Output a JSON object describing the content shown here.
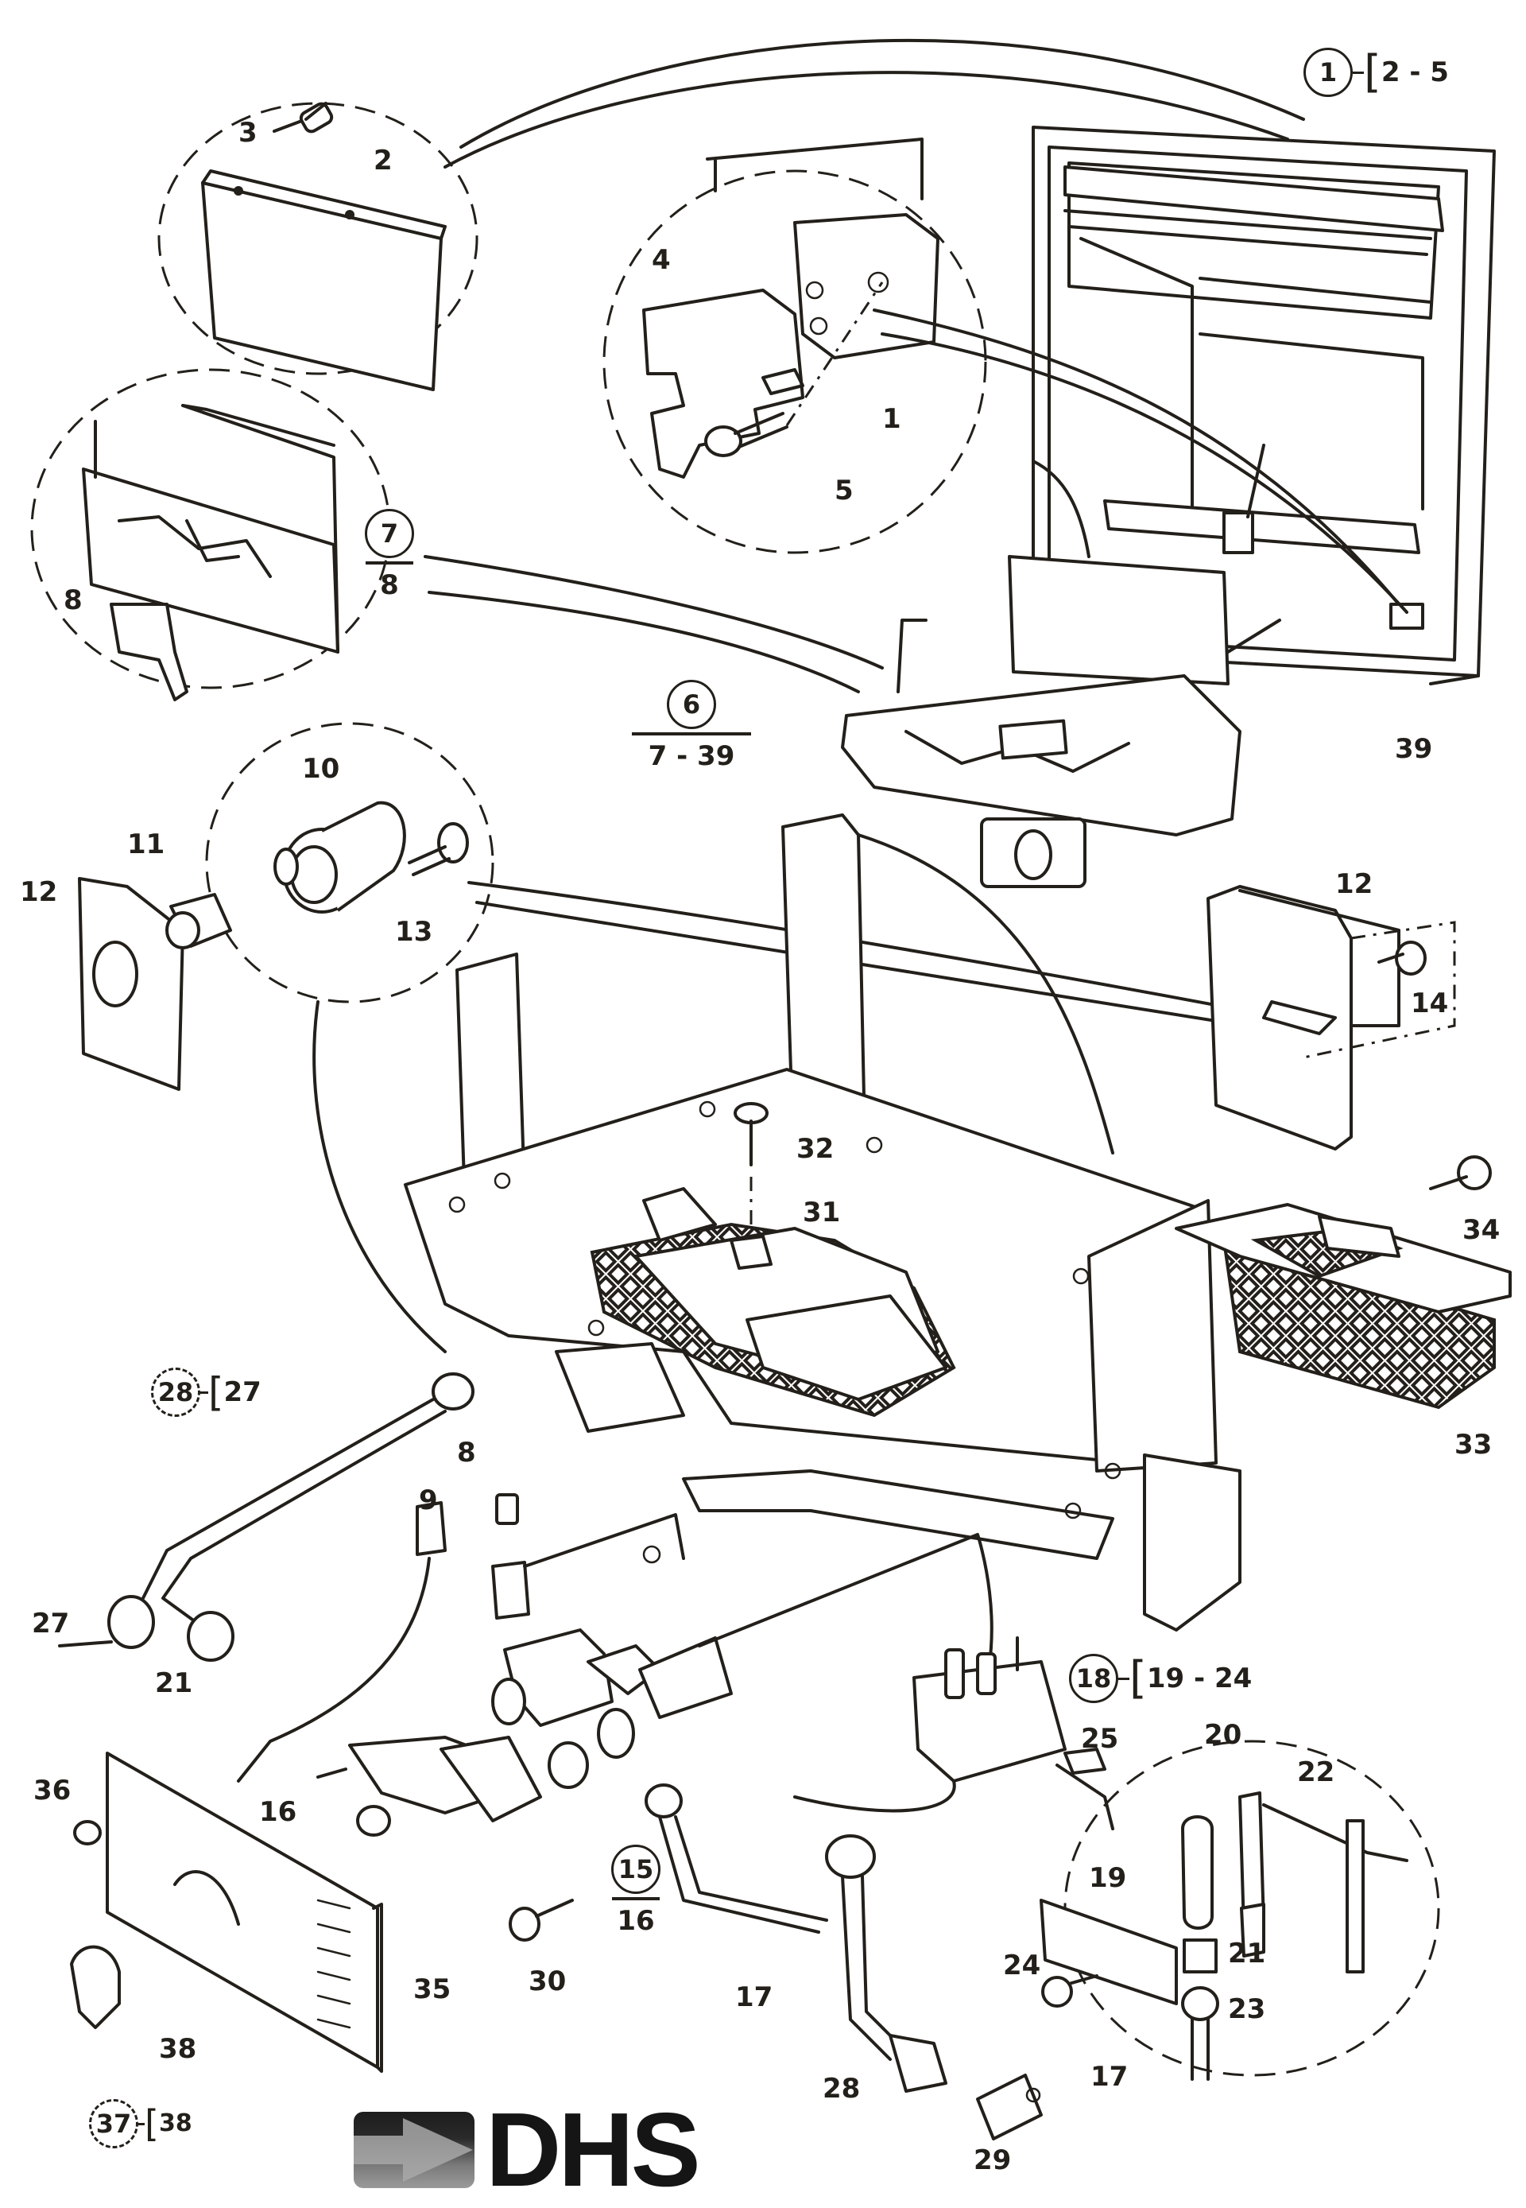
{
  "diagram": {
    "title": "Gas fire exploded parts diagram",
    "brand": {
      "name": "DHS",
      "logo_icon": "right-arrow-icon"
    },
    "callouts": [
      {
        "id": "3",
        "text": "3"
      },
      {
        "id": "2",
        "text": "2"
      },
      {
        "id": "4",
        "text": "4"
      },
      {
        "id": "1",
        "text": "1"
      },
      {
        "id": "5",
        "text": "5"
      },
      {
        "id": "8a",
        "text": "8"
      },
      {
        "id": "10",
        "text": "10"
      },
      {
        "id": "11",
        "text": "11"
      },
      {
        "id": "12a",
        "text": "12"
      },
      {
        "id": "13",
        "text": "13"
      },
      {
        "id": "12b",
        "text": "12"
      },
      {
        "id": "14",
        "text": "14"
      },
      {
        "id": "39",
        "text": "39"
      },
      {
        "id": "32",
        "text": "32"
      },
      {
        "id": "31",
        "text": "31"
      },
      {
        "id": "34",
        "text": "34"
      },
      {
        "id": "33",
        "text": "33"
      },
      {
        "id": "8b",
        "text": "8"
      },
      {
        "id": "9",
        "text": "9"
      },
      {
        "id": "27",
        "text": "27"
      },
      {
        "id": "21a",
        "text": "21"
      },
      {
        "id": "36",
        "text": "36"
      },
      {
        "id": "16",
        "text": "16"
      },
      {
        "id": "35",
        "text": "35"
      },
      {
        "id": "38",
        "text": "38"
      },
      {
        "id": "30",
        "text": "30"
      },
      {
        "id": "17a",
        "text": "17"
      },
      {
        "id": "28",
        "text": "28"
      },
      {
        "id": "29",
        "text": "29"
      },
      {
        "id": "25",
        "text": "25"
      },
      {
        "id": "20",
        "text": "20"
      },
      {
        "id": "22",
        "text": "22"
      },
      {
        "id": "19",
        "text": "19"
      },
      {
        "id": "21b",
        "text": "21"
      },
      {
        "id": "24",
        "text": "24"
      },
      {
        "id": "23",
        "text": "23"
      },
      {
        "id": "17b",
        "text": "17"
      }
    ],
    "assemblies": {
      "top_right": {
        "parent": "1",
        "range": "2 - 5"
      },
      "fret": {
        "parent": "7",
        "children": "8"
      },
      "burner": {
        "parent": "6",
        "children": "7 - 39"
      },
      "pipe": {
        "parent": "28",
        "range": "27"
      },
      "pilot": {
        "parent": "18",
        "range": "19 - 24"
      },
      "valve": {
        "parent": "15",
        "children": "16"
      },
      "knob": {
        "parent": "37",
        "range": "38"
      }
    }
  }
}
